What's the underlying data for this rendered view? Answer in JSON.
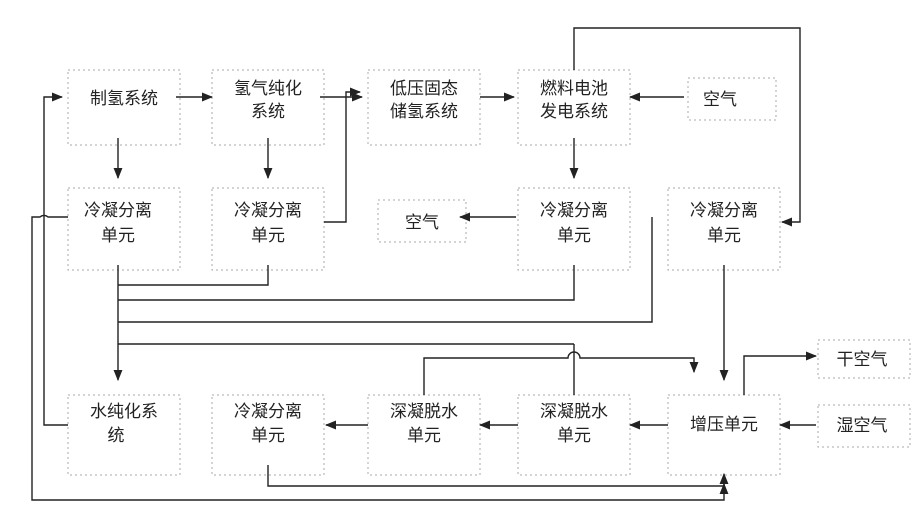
{
  "nodes": {
    "hydrogen_production": [
      "制氢系统"
    ],
    "hydrogen_purification": [
      "氢气纯化",
      "系统"
    ],
    "low_pressure_storage": [
      "低压固态",
      "储氢系统"
    ],
    "fuel_cell": [
      "燃料电池",
      "发电系统"
    ],
    "air_in_top": [
      "空气"
    ],
    "condense_sep_1": [
      "冷凝分离",
      "单元"
    ],
    "condense_sep_2": [
      "冷凝分离",
      "单元"
    ],
    "air_out_mid": [
      "空气"
    ],
    "condense_sep_3": [
      "冷凝分离",
      "单元"
    ],
    "condense_sep_4": [
      "冷凝分离",
      "单元"
    ],
    "water_purification": [
      "水纯化系",
      "统"
    ],
    "condense_sep_5": [
      "冷凝分离",
      "单元"
    ],
    "deep_dehydration_1": [
      "深凝脱水",
      "单元"
    ],
    "deep_dehydration_2": [
      "深凝脱水",
      "单元"
    ],
    "booster_unit": [
      "增压单元"
    ],
    "dry_air": [
      "干空气"
    ],
    "wet_air": [
      "湿空气"
    ]
  },
  "colors": {
    "line": "#222222",
    "box_outline": "#aaaaaa",
    "text": "#222222",
    "background": "#ffffff"
  }
}
